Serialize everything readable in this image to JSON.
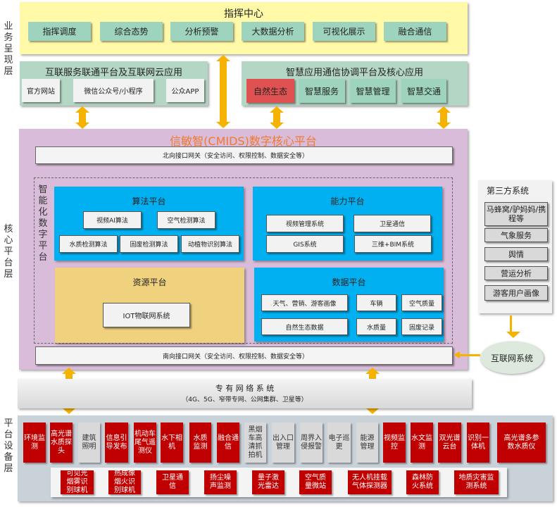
{
  "layers": {
    "presentation": "业务呈现层",
    "core": "核心平台层",
    "device": "平台设备层"
  },
  "command_center": {
    "title": "指挥中心",
    "items": [
      "指挥调度",
      "综合态势",
      "分析预警",
      "大数据分析",
      "可视化展示",
      "融合通信"
    ]
  },
  "internet_platform": {
    "title": "互联服务联通平台及互联网云应用",
    "items": [
      "官方网站",
      "微信公众号/小程序",
      "公众APP"
    ]
  },
  "smart_platform": {
    "title": "智慧应用通信协调平台及核心应用",
    "items": [
      "自然生态",
      "智慧服务",
      "智慧管理",
      "智慧交通"
    ]
  },
  "core": {
    "title": "信敏智(CMIDS)数字核心平台",
    "north": "北向接口网关（安全访问、权限控制、数据安全等）",
    "south": "南向接口网关（安全访问、权限控制、数据安全等）",
    "smart_label": "智能化数字平台",
    "algorithm": {
      "title": "算法平台",
      "items": [
        "视频AI算法",
        "空气检测算法",
        "水质检测算法",
        "固废检测算法",
        "动植物识别算法"
      ]
    },
    "capability": {
      "title": "能力平台",
      "items": [
        "视频管理系统",
        "卫星通信",
        "GIS系统",
        "三维+BIM系统"
      ]
    },
    "resource": {
      "title": "资源平台",
      "items": [
        "IOT物联网系统"
      ]
    },
    "data": {
      "title": "数据平台",
      "items": [
        "天气、营销、游客画像",
        "车辆",
        "空气质量",
        "自然生态数据",
        "水质量",
        "固废记录"
      ]
    }
  },
  "third_party": {
    "title": "第三方系统",
    "items": [
      "马蜂窝/驴妈妈/携程等",
      "气象服务",
      "舆情",
      "营运分析",
      "游客用户画像"
    ]
  },
  "internet_system": "互联网系统",
  "network": {
    "title": "专 有 网 络 系 统",
    "subtitle": "（4G、5G、窄带专网、公网集群、卫星等）"
  },
  "devices": {
    "row1": [
      {
        "label": "环境监测",
        "color": "red"
      },
      {
        "label": "高光谱水质探头",
        "color": "red"
      },
      {
        "label": "建筑照明",
        "color": "gray"
      },
      {
        "label": "信息引导发布",
        "color": "red"
      },
      {
        "label": "机动车尾气遥测仪",
        "color": "red"
      },
      {
        "label": "水下相机",
        "color": "red"
      },
      {
        "label": "水质监测",
        "color": "red"
      },
      {
        "label": "融合通信",
        "color": "red"
      },
      {
        "label": "黑烟车高清抓拍机",
        "color": "gray"
      },
      {
        "label": "出入口管理",
        "color": "gray"
      },
      {
        "label": "周界入侵报警",
        "color": "gray"
      },
      {
        "label": "电子巡更",
        "color": "gray"
      },
      {
        "label": "能源管理",
        "color": "gray"
      },
      {
        "label": "视频监控",
        "color": "red"
      },
      {
        "label": "水文监测",
        "color": "red"
      },
      {
        "label": "双光谱云台",
        "color": "red"
      },
      {
        "label": "识别一体机",
        "color": "red"
      },
      {
        "label": "高光谱多参数水质仪",
        "color": "red"
      }
    ],
    "row2": [
      "可见光烟雾识别球机",
      "热成像烟火识别球机",
      "卫星通信",
      "扬尘噪声监测",
      "量子激光雷达",
      "空气质量微站",
      "无人机挂载气体探测器",
      "森林防火系统",
      "地质灾害监测系统"
    ]
  },
  "colors": {
    "accent": "#f5b300",
    "title_orange": "#f07a30",
    "red": "#c00000",
    "blue": "#00b0f0"
  }
}
